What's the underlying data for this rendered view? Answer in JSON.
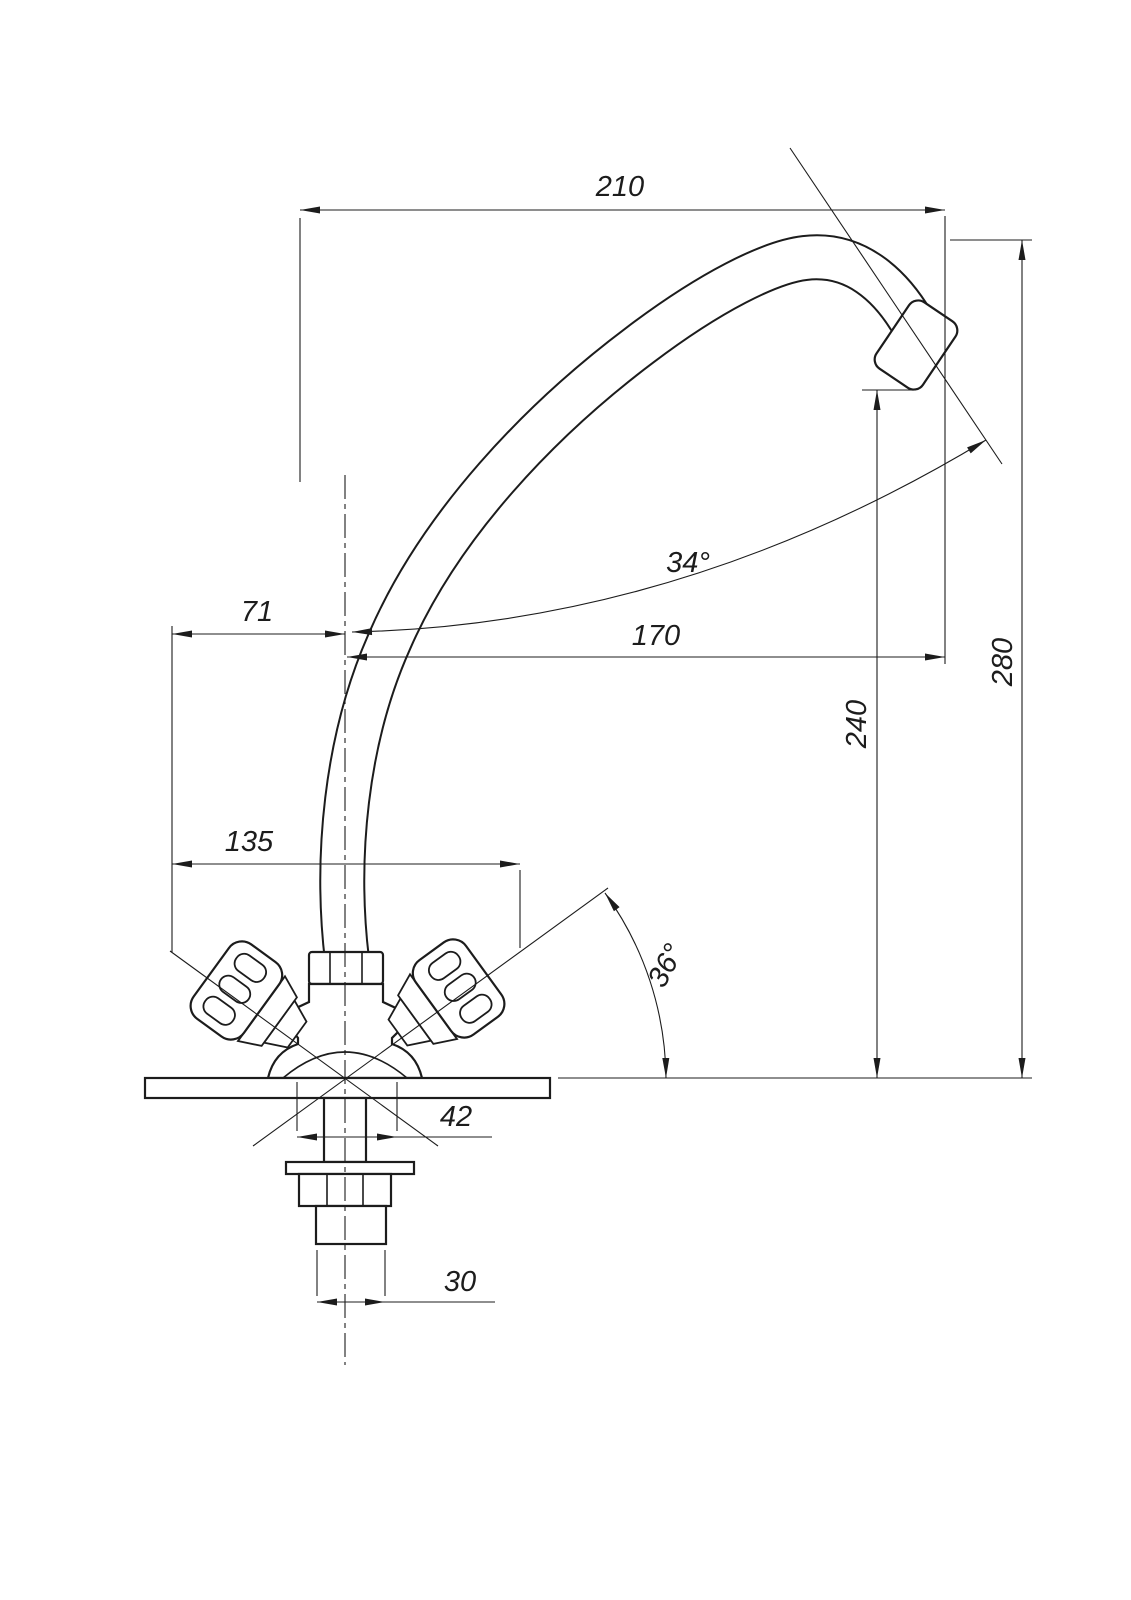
{
  "drawing": {
    "object": "two-handle-kitchen-faucet-side-elevation",
    "colors": {
      "ink": "#1c1c1c",
      "paper": "#ffffff"
    },
    "dims": {
      "d210": "210",
      "d280": "280",
      "d240": "240",
      "d170": "170",
      "d71": "71",
      "d135": "135",
      "d42": "42",
      "d30": "30",
      "a34": "34°",
      "a36": "36°"
    }
  }
}
